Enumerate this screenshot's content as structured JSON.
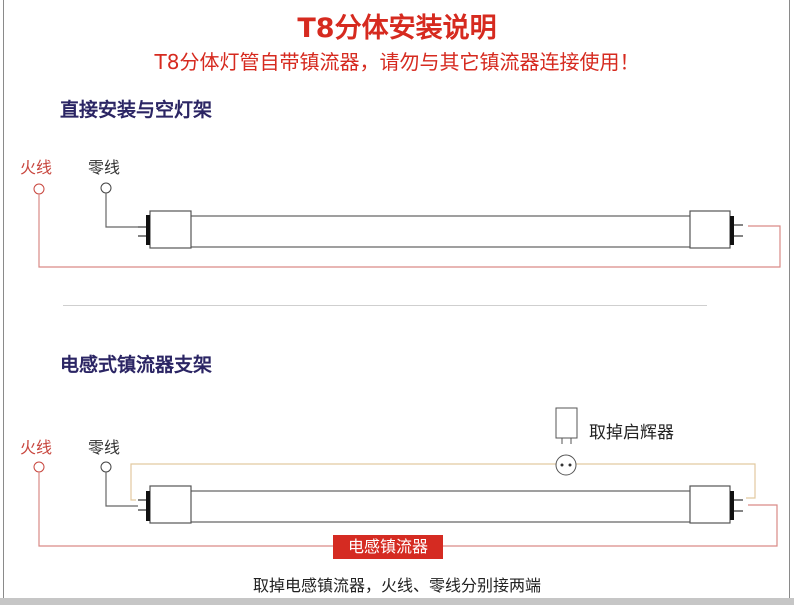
{
  "header": {
    "title": "T8分体安装说明",
    "subtitle": "T8分体灯管自带镇流器，请勿与其它镇流器连接使用！"
  },
  "sections": [
    {
      "title": "直接安装与空灯架",
      "live_label": "火线",
      "neutral_label": "零线"
    },
    {
      "title": "电感式镇流器支架",
      "live_label": "火线",
      "neutral_label": "零线",
      "starter_label": "取掉启辉器",
      "ballast_label": "电感镇流器",
      "note": "取掉电感镇流器，火线、零线分别接两端"
    }
  ],
  "colors": {
    "title": "#d62a1f",
    "section_title": "#2b2564",
    "live_wire": "#d98a86",
    "neutral_wire": "#666666",
    "starter_wire": "#e2c9a0",
    "ballast_badge": "#d52b22"
  },
  "icons": [
    "tube-icon",
    "end-cap-icon",
    "terminal-circle-icon",
    "starter-icon",
    "starter-socket-icon"
  ]
}
